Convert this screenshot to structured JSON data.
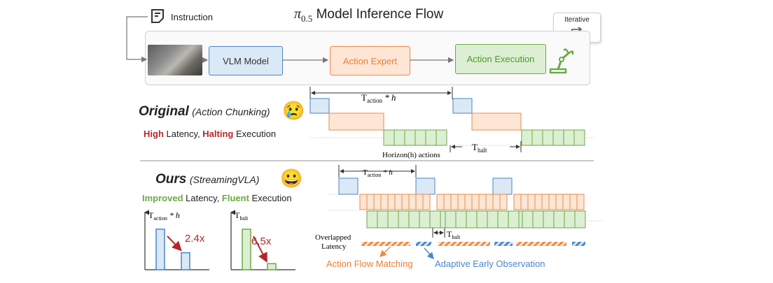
{
  "header": {
    "instruction_label": "Instruction",
    "title_symbol": "π",
    "title_subscript": "0.5",
    "title_text": "Model Inference Flow",
    "iterative_label": "Iterative"
  },
  "pipeline": {
    "vlm_label": "VLM Model",
    "expert_label": "Action Expert",
    "exec_label": "Action Execution"
  },
  "original": {
    "title": "Original",
    "subtitle": "(Action Chunking)",
    "emoji": "😢",
    "word_high": "High",
    "text_latency": " Latency, ",
    "word_halting": "Halting",
    "text_execution": " Execution",
    "timing_label_main": "T",
    "timing_label_sub": "action",
    "timing_label_rest": " * h",
    "halt_main": "T",
    "halt_sub": "halt",
    "horizon_label": "Horizon(h) actions"
  },
  "ours": {
    "title": "Ours",
    "subtitle": "(StreamingVLA)",
    "emoji": "😀",
    "word_improved": "Improved",
    "text_latency": " Latency, ",
    "word_fluent": "Fluent",
    "text_execution": " Execution",
    "timing_label_main": "T",
    "timing_label_sub": "action",
    "timing_label_rest": " * h",
    "halt_main": "T",
    "halt_sub": "halt",
    "overlapped_line1": "Overlapped",
    "overlapped_line2": "Latency",
    "afm_label": "Action Flow Matching",
    "aeo_label": "Adaptive Early Observation"
  },
  "mini_charts": [
    {
      "y_label_main": "T",
      "y_label_sub": "action",
      "y_label_rest": " * h",
      "ratio_label": "2.4x",
      "original_value": 1.0,
      "ours_value": 0.42,
      "color": "#4a86c8",
      "fill": "#dbe8f6"
    },
    {
      "y_label_main": "T",
      "y_label_sub": "halt",
      "y_label_rest": "",
      "ratio_label": "6.5x",
      "original_value": 1.0,
      "ours_value": 0.15,
      "color": "#6aaa44",
      "fill": "#dcefd2"
    }
  ],
  "colors": {
    "blue": "#4a86c8",
    "blue_fill": "#dbe8f6",
    "orange": "#ed8a45",
    "orange_fill": "#fde6d6",
    "green": "#6aaa44",
    "green_fill": "#dcefd2",
    "red": "#b5262c"
  }
}
